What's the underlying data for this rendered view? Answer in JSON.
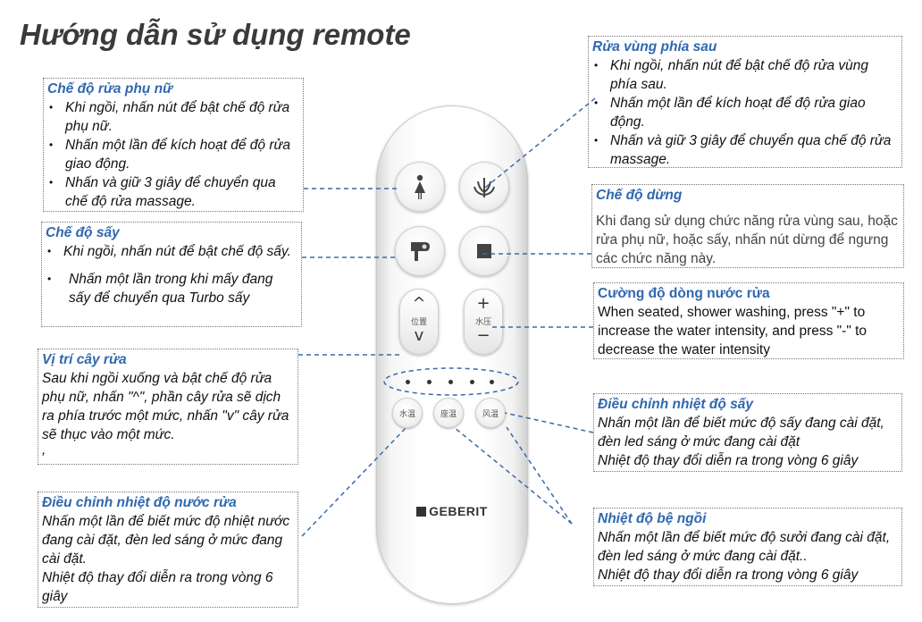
{
  "title": "Hướng dẫn sử dụng remote",
  "female_wash": {
    "header": "Chế độ rửa phụ nữ",
    "items": [
      "Khi ngồi, nhấn nút để bật chế độ rửa phụ nữ.",
      "Nhấn một lần để kích hoạt để độ rửa giao động.",
      "Nhấn và giữ 3 giây để chuyển qua chế độ rửa massage."
    ]
  },
  "dry_mode": {
    "header": "Chế độ sấy",
    "items": [
      "Khi ngồi, nhấn nút để bật chế độ sấy.",
      "Nhấn một lần trong khi mấy đang sấy để chuyển qua Turbo sấy"
    ]
  },
  "nozzle_position": {
    "header": "Vị trí cây rửa",
    "text": "Sau khi ngồi xuống và bật chế độ rửa phụ nữ, nhấn \"^\", phần cây rửa sẽ dịch ra phía trước một mức, nhấn \"v\" cây rửa sẽ thục vào một mức.",
    "trailing": ","
  },
  "water_temp": {
    "header": "Điều chỉnh nhiệt độ nước rửa",
    "lines": [
      "Nhấn một lần để biết mức độ nhiệt nước đang cài đặt, đèn led sáng ở mức đang cài đặt.",
      "Nhiệt độ thay đổi diễn ra trong vòng 6 giây"
    ]
  },
  "rear_wash": {
    "header": "Rửa vùng phía sau",
    "items": [
      "Khi ngồi, nhấn nút để bật chế độ rửa vùng phía sau.",
      "Nhấn một lần để kích hoạt để độ rửa giao động.",
      "Nhấn và giữ 3 giây để chuyển qua chế độ rửa massage."
    ]
  },
  "stop_mode": {
    "header": "Chế độ dừng",
    "text": "Khi đang sử dụng chức năng rửa vùng sau, hoặc rửa phụ nữ, hoặc sấy, nhấn nút dừng để ngưng các chức năng này."
  },
  "water_pressure": {
    "header": "Cường độ dòng nước rửa",
    "text": "When seated, shower washing, press \"+\" to increase the water intensity, and press \"-\" to decrease the water intensity"
  },
  "dryer_temp": {
    "header": "Điều chỉnh nhiệt độ sấy",
    "lines": [
      "Nhấn một lần để biết mức độ sấy đang cài đặt, đèn led sáng ở mức đang cài đặt",
      "Nhiệt độ thay đổi diễn ra trong vòng 6 giây"
    ]
  },
  "seat_temp": {
    "header": "Nhiệt độ bệ ngồi",
    "lines": [
      "Nhấn một lần để biết mức độ sưởi đang cài đặt, đèn led sáng ở mức đang cài đặt..",
      "Nhiệt độ thay đổi diễn ra trong vòng 6 giây"
    ]
  },
  "remote": {
    "position_label": "位置",
    "pressure_label": "水压",
    "up_symbol": "^",
    "down_symbol": "v",
    "plus_symbol": "+",
    "minus_symbol": "−",
    "water_temp_button": "水温",
    "seat_temp_button": "座温",
    "dryer_temp_button": "风温",
    "brand": "GEBERIT"
  }
}
